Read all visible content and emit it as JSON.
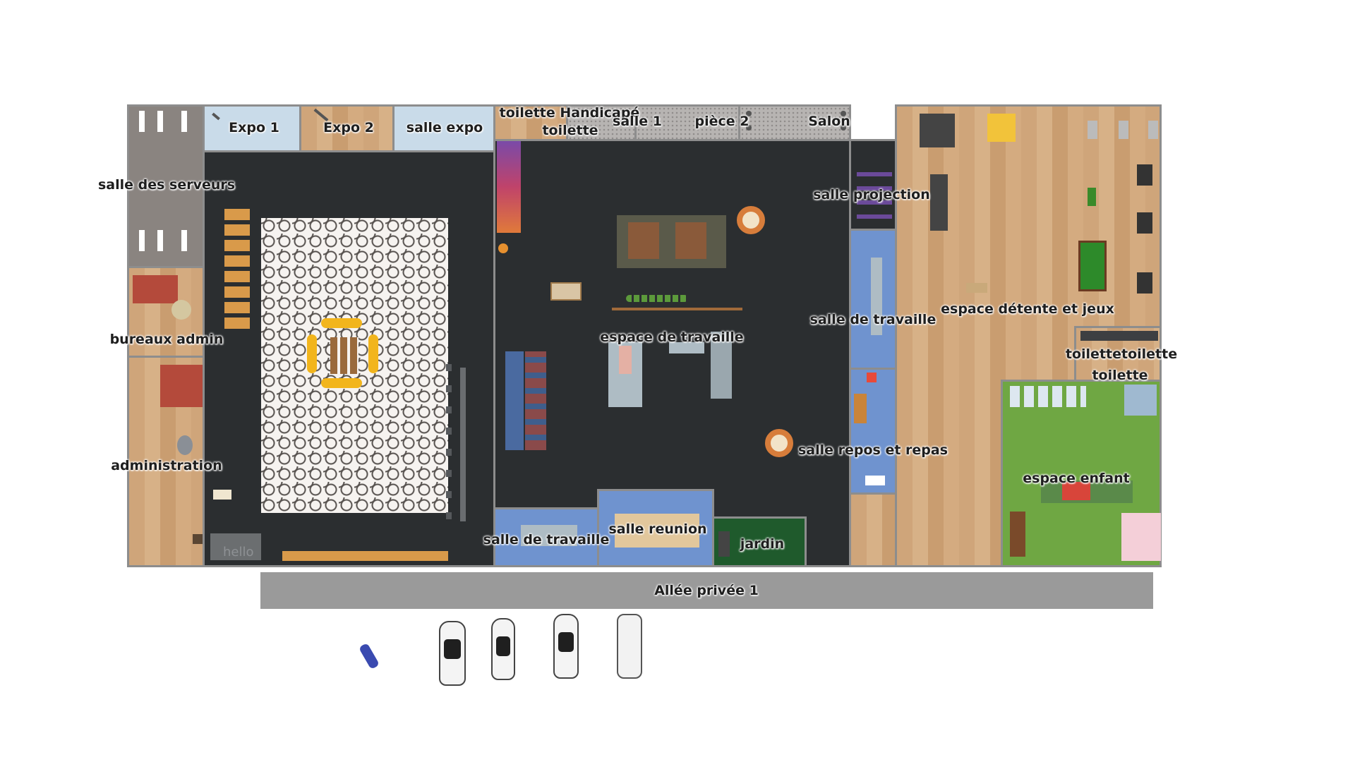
{
  "rooms": {
    "serveurs": "salle des serveurs",
    "bureaux_admin": "bureaux admin",
    "administration": "administration",
    "expo1": "Expo 1",
    "expo2": "Expo 2",
    "salle_expo": "salle expo",
    "toilette_handicape": "toilette Handicapé",
    "toilette_top": "toilette",
    "salle1": "salle 1",
    "piece2": "pièce 2",
    "salon": "Salon",
    "salle_projection": "salle projection",
    "salle_travaille_right": "salle de travaille",
    "espace_travaille": "espace de travaille",
    "salle_repos": "salle repos et repas",
    "salle_travaille_bottom": "salle de travaille",
    "salle_reunion": "salle reunion",
    "jardin": "jardin",
    "espace_detente": "espace détente et jeux",
    "toilette_double": "toilettetoilette",
    "toilette_right": "toilette",
    "espace_enfant": "espace enfant",
    "allee": "Allée privée 1"
  },
  "decor": {
    "hello_sign": "hello"
  },
  "colors": {
    "dark_floor": "#2b2e30",
    "wood_floor": "#d2a97d",
    "blue_room": "#6f93cf",
    "garden_green": "#6fa743",
    "alley_grey": "#999999"
  }
}
